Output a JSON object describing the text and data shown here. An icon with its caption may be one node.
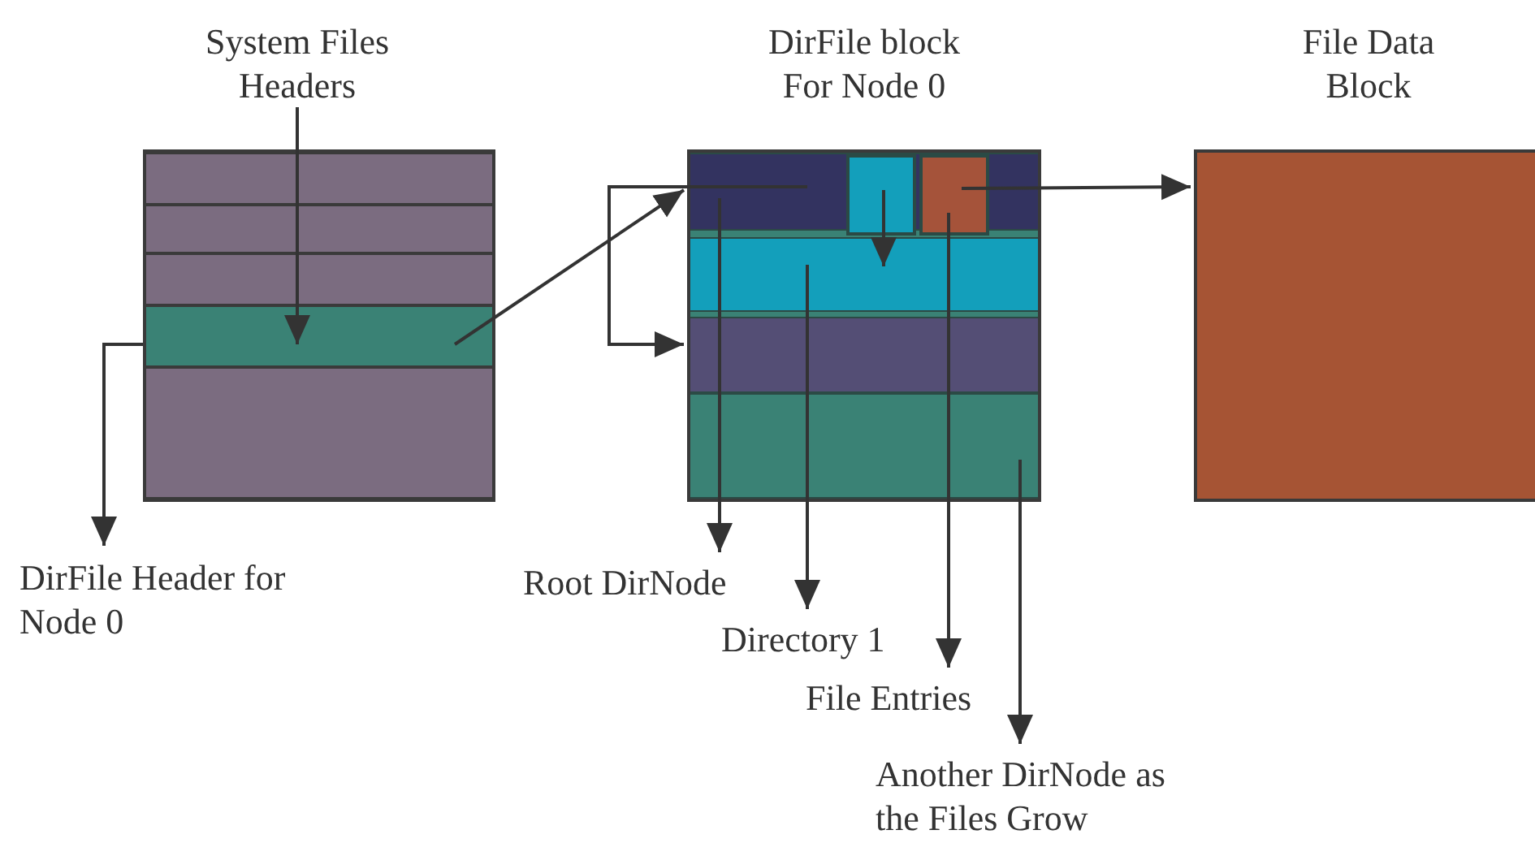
{
  "diagram": {
    "nodes": [
      {
        "text": [
          "System Files Headers"
        ]
      },
      {
        "text": [],
        "shape": "box"
      },
      {
        "text": [],
        "shape": "box",
        "in": 1
      },
      {
        "text": [],
        "shape": "box",
        "in": 1
      },
      {
        "text": [],
        "shape": "box",
        "in": 1
      },
      {
        "text": [],
        "shape": "box",
        "in": 1
      },
      {
        "text": [],
        "shape": "box",
        "in": 1
      },
      {
        "text": [
          "DirFile Header for Node 0"
        ]
      },
      {
        "text": [
          "DirFile block For Node 0"
        ]
      },
      {
        "text": [],
        "shape": "box",
        "in": 8
      },
      {
        "text": [],
        "shape": "box",
        "in": 9
      },
      {
        "text": [],
        "shape": "box",
        "in": 9
      },
      {
        "text": [],
        "shape": "box",
        "in": 8
      },
      {
        "text": [],
        "shape": "box",
        "in": 8
      },
      {
        "text": [],
        "shape": "box",
        "in": 8
      },
      {
        "text": [
          "File Data Block"
        ]
      },
      {
        "text": [
          "Root DirNode"
        ]
      },
      {
        "text": [
          "Directory 1"
        ]
      },
      {
        "text": [
          "File Entries"
        ]
      },
      {
        "text": [
          "Another DirNode as the Files Grow"
        ]
      }
    ],
    "edges": [
      {
        "from": 0,
        "to": 5,
        "arrow": "to"
      },
      {
        "from": 5,
        "to": 7,
        "arrow": "to"
      },
      {
        "from": 5,
        "to": 9,
        "arrow": "to"
      },
      {
        "from": 9,
        "to": 13,
        "arrow": "to"
      },
      {
        "from": 10,
        "to": 12,
        "arrow": "to"
      },
      {
        "from": 11,
        "to": 15,
        "arrow": "to"
      },
      {
        "from": 9,
        "to": 16,
        "arrow": "to"
      },
      {
        "from": 12,
        "to": 17,
        "arrow": "to"
      },
      {
        "from": 11,
        "to": 18,
        "arrow": "to"
      },
      {
        "from": 14,
        "to": 19,
        "arrow": "to"
      }
    ]
  }
}
